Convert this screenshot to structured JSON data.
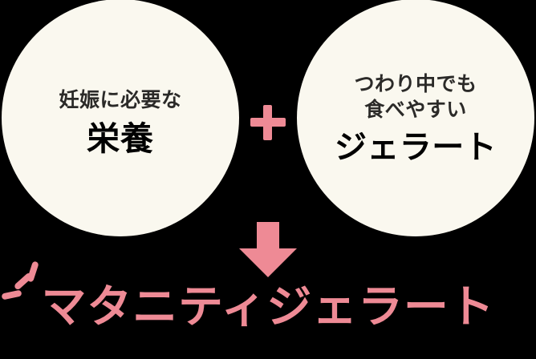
{
  "colors": {
    "background": "#000000",
    "bubble_fill": "#faf8ef",
    "accent_pink": "#ee8a95",
    "dark_text": "#2b2a28"
  },
  "bubbles": [
    {
      "id": "nutrition",
      "lines": [
        "妊娠に必要な"
      ],
      "accent_line": "栄養"
    },
    {
      "id": "gelato",
      "lines": [
        "つわり中でも",
        "食べやすい"
      ],
      "accent_line": "ジェラート"
    }
  ],
  "operator": {
    "symbol": "+",
    "name": "plus-sign"
  },
  "arrow": {
    "direction": "down",
    "name": "down-arrow"
  },
  "headline": {
    "text": "マタニティジェラート"
  },
  "sparkles": {
    "count": 3,
    "name": "sparkle-lines"
  }
}
